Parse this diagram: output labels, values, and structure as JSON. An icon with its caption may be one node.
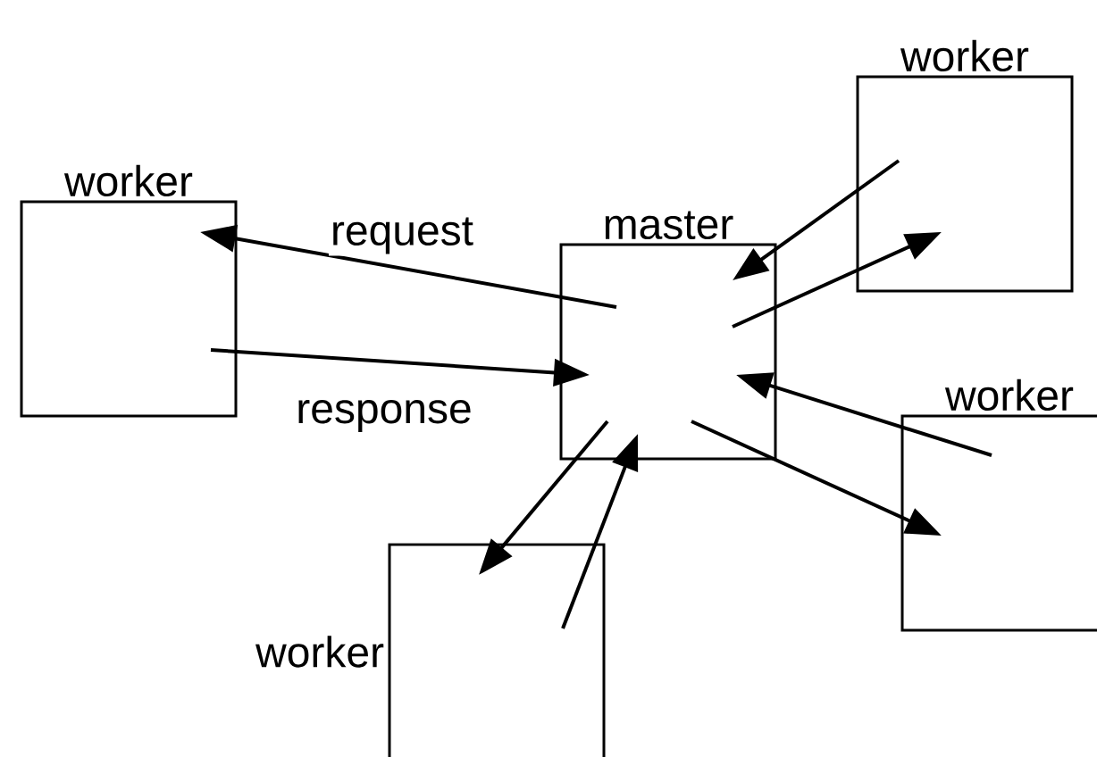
{
  "diagram": {
    "nodes": [
      {
        "text": [
          "worker"
        ]
      },
      {
        "text": [
          "worker"
        ]
      },
      {
        "text": [
          "master"
        ]
      },
      {
        "text": [
          "worker"
        ]
      },
      {
        "text": [
          "worker"
        ]
      }
    ],
    "edges": [
      {
        "from": 2,
        "to": 1,
        "arrow": "to",
        "label": "request"
      },
      {
        "from": 1,
        "to": 2,
        "arrow": "to",
        "label": "response"
      },
      {
        "from": 0,
        "to": 2,
        "arrow": "to"
      },
      {
        "from": 2,
        "to": 0,
        "arrow": "to"
      },
      {
        "from": 3,
        "to": 2,
        "arrow": "to"
      },
      {
        "from": 2,
        "to": 3,
        "arrow": "to"
      },
      {
        "from": 2,
        "to": 4,
        "arrow": "to"
      },
      {
        "from": 4,
        "to": 2,
        "arrow": "to"
      }
    ]
  }
}
